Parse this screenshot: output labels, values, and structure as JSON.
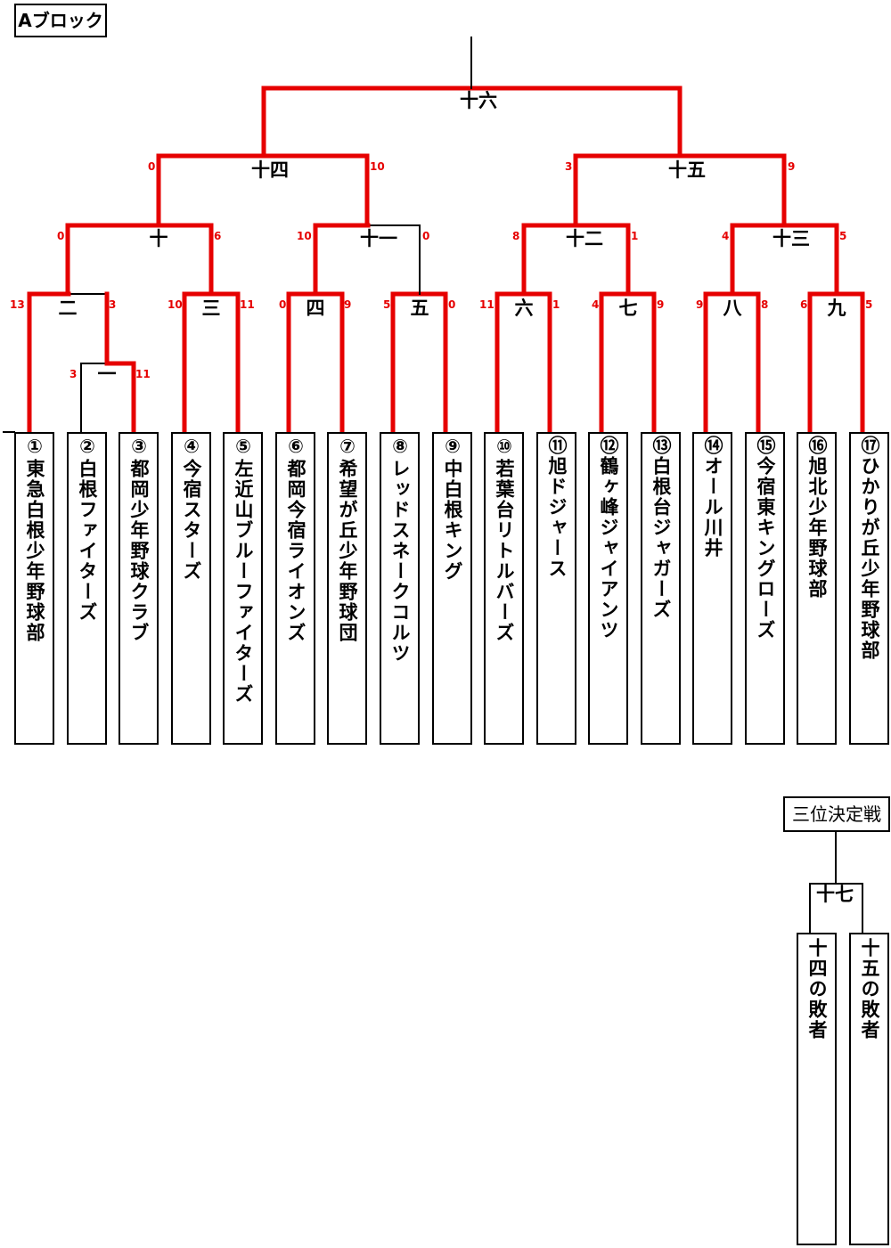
{
  "block_title": "Aブロック",
  "third_place_title": "三位決定戦",
  "colors": {
    "line": "#000000",
    "winner": "#e60000",
    "score": "#e60000"
  },
  "teams": [
    "①東急白根少年野球部",
    "②白根ファイターズ",
    "③都岡少年野球クラブ",
    "④今宿スターズ",
    "⑤左近山ブルーファイターズ",
    "⑥都岡今宿ライオンズ",
    "⑦希望が丘少年野球団",
    "⑧レッドスネークコルツ",
    "⑨中白根キング",
    "⑩若葉台リトルバーズ",
    "⑪旭ドジャース",
    "⑫鶴ヶ峰ジャイアンツ",
    "⑬白根台ジャガーズ",
    "⑭オール川井",
    "⑮今宿東キングローズ",
    "⑯旭北少年野球部",
    "⑰ひかりが丘少年野球部"
  ],
  "matches": [
    {
      "id": "m1",
      "label": "一",
      "left_score": "3",
      "right_score": "11",
      "winner": "right"
    },
    {
      "id": "m2",
      "label": "二",
      "left_score": "13",
      "right_score": "3",
      "winner": "left"
    },
    {
      "id": "m3",
      "label": "三",
      "left_score": "10",
      "right_score": "11",
      "winner": "both"
    },
    {
      "id": "m4",
      "label": "四",
      "left_score": "0",
      "right_score": "9",
      "winner": "both"
    },
    {
      "id": "m5",
      "label": "五",
      "left_score": "5",
      "right_score": "0",
      "winner": "both"
    },
    {
      "id": "m6",
      "label": "六",
      "left_score": "11",
      "right_score": "1",
      "winner": "both"
    },
    {
      "id": "m7",
      "label": "七",
      "left_score": "4",
      "right_score": "9",
      "winner": "both"
    },
    {
      "id": "m8",
      "label": "八",
      "left_score": "9",
      "right_score": "8",
      "winner": "both"
    },
    {
      "id": "m9",
      "label": "九",
      "left_score": "6",
      "right_score": "5",
      "winner": "both"
    },
    {
      "id": "m10",
      "label": "十",
      "left_score": "0",
      "right_score": "6",
      "winner": "both"
    },
    {
      "id": "m11",
      "label": "十一",
      "left_score": "10",
      "right_score": "0",
      "winner": "left"
    },
    {
      "id": "m12",
      "label": "十二",
      "left_score": "8",
      "right_score": "1",
      "winner": "both"
    },
    {
      "id": "m13",
      "label": "十三",
      "left_score": "4",
      "right_score": "5",
      "winner": "both"
    },
    {
      "id": "m14",
      "label": "十四",
      "left_score": "0",
      "right_score": "10",
      "winner": "both"
    },
    {
      "id": "m15",
      "label": "十五",
      "left_score": "3",
      "right_score": "9",
      "winner": "both"
    },
    {
      "id": "m16",
      "label": "十六",
      "left_score": "",
      "right_score": "",
      "winner": "both"
    },
    {
      "id": "m17",
      "label": "十七",
      "left_score": "",
      "right_score": "",
      "winner": "none"
    }
  ],
  "third_place_entrants": [
    "十四の敗者",
    "十五の敗者"
  ]
}
